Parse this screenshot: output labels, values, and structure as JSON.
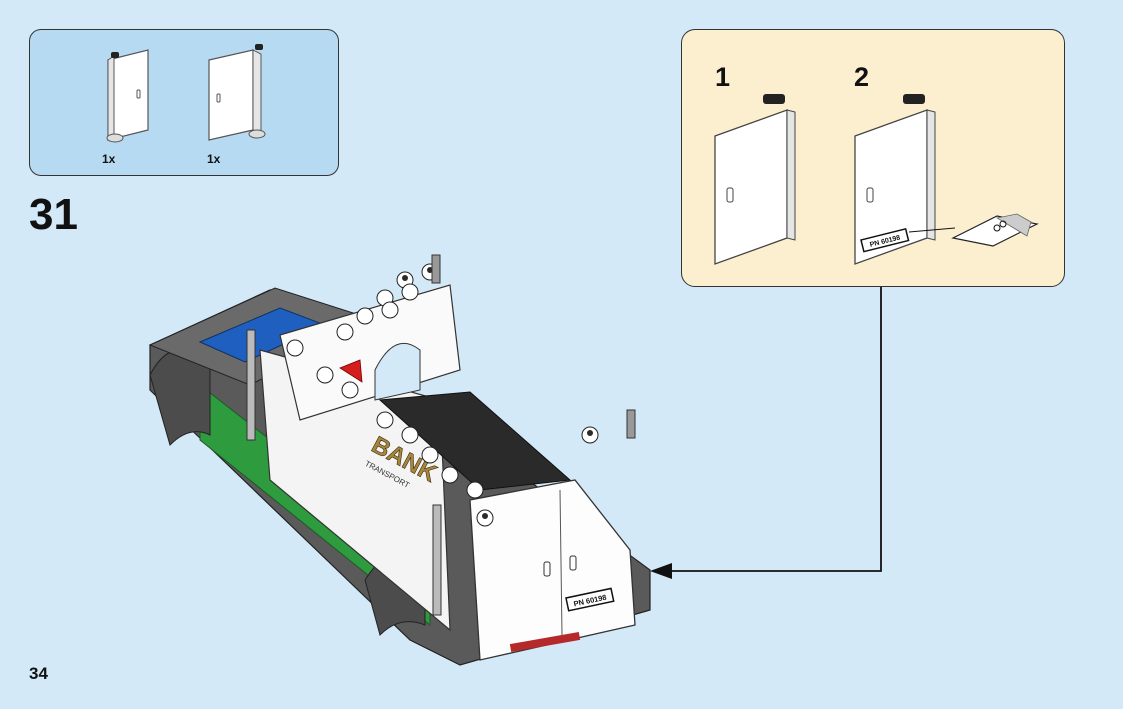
{
  "parts_list": {
    "items": [
      {
        "icon": "door-left-icon",
        "quantity": "1x"
      },
      {
        "icon": "door-right-icon",
        "quantity": "1x"
      }
    ]
  },
  "step": {
    "number": "31"
  },
  "substeps": [
    {
      "label": "1",
      "icon": "door-icon"
    },
    {
      "label": "2",
      "icon": "door-with-sticker-icon",
      "sticker_text": "PN 60198"
    }
  ],
  "model": {
    "plate_text": "PN 60198",
    "sign_text": "BANK",
    "sign_subtext": "TRANSPORT"
  },
  "page": {
    "number": "34"
  },
  "colors": {
    "background": "#d3e9f8",
    "parts_box": "#b7daf3",
    "substep_box": "#fbefd0",
    "green": "#2e9b3e",
    "blue": "#1f5fbf",
    "dark_grey": "#5a5a5a",
    "red": "#d41d1d"
  }
}
